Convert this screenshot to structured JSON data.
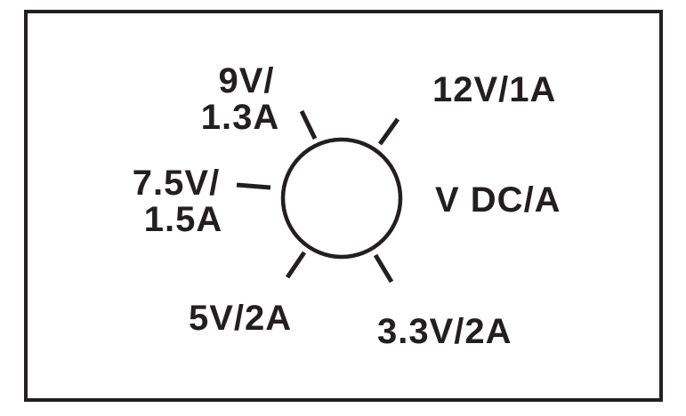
{
  "dial": {
    "unit_label": "V DC/A",
    "settings": [
      {
        "line1": "9V/",
        "line2": "1.3A"
      },
      {
        "line1": "12V/1A"
      },
      {
        "line1": "7.5V/",
        "line2": "1.5A"
      },
      {
        "line1": "5V/2A"
      },
      {
        "line1": "3.3V/2A"
      }
    ],
    "colors": {
      "ink": "#231f20",
      "background": "#ffffff"
    }
  }
}
